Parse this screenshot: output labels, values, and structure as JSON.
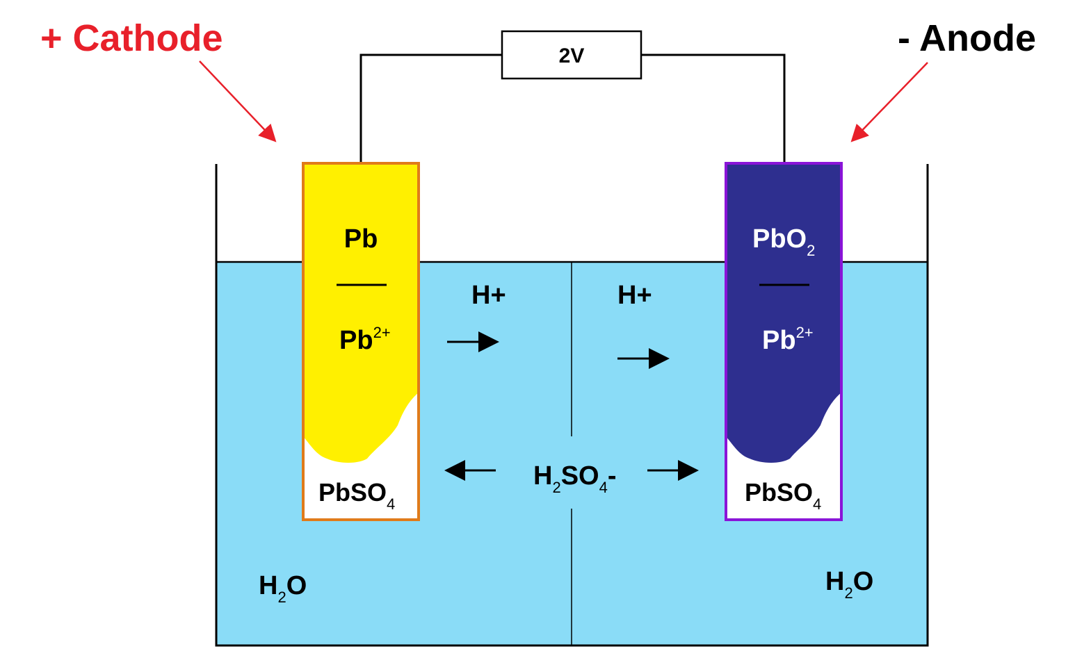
{
  "labels": {
    "cathode": "+ Cathode",
    "anode": "- Anode",
    "voltage": "2V"
  },
  "left_electrode": {
    "top": "Pb",
    "bottom_base": "Pb",
    "bottom_sup": "2+",
    "sulfate_base": "PbSO",
    "sulfate_sub": "4"
  },
  "right_electrode": {
    "top_base": "PbO",
    "top_sub": "2",
    "bottom_base": "Pb",
    "bottom_sup": "2+",
    "sulfate_base": "PbSO",
    "sulfate_sub": "4"
  },
  "ions": {
    "hplus_left": "H+",
    "hplus_right": "H+",
    "acid_a": "H",
    "acid_sub1": "2",
    "acid_b": "SO",
    "acid_sub2": "4",
    "acid_c": "-"
  },
  "water": {
    "left_base": "H",
    "left_sub": "2",
    "left_tail": "O",
    "right_base": "H",
    "right_sub": "2",
    "right_tail": "O"
  },
  "colors": {
    "cathode_label": "#e8202a",
    "electrolyte": "#8adcf7",
    "cathode_fill": "#fff000",
    "cathode_border": "#e07b1a",
    "anode_fill": "#2e2f8f",
    "anode_border": "#8a14d8",
    "arrow_red": "#e8202a"
  }
}
